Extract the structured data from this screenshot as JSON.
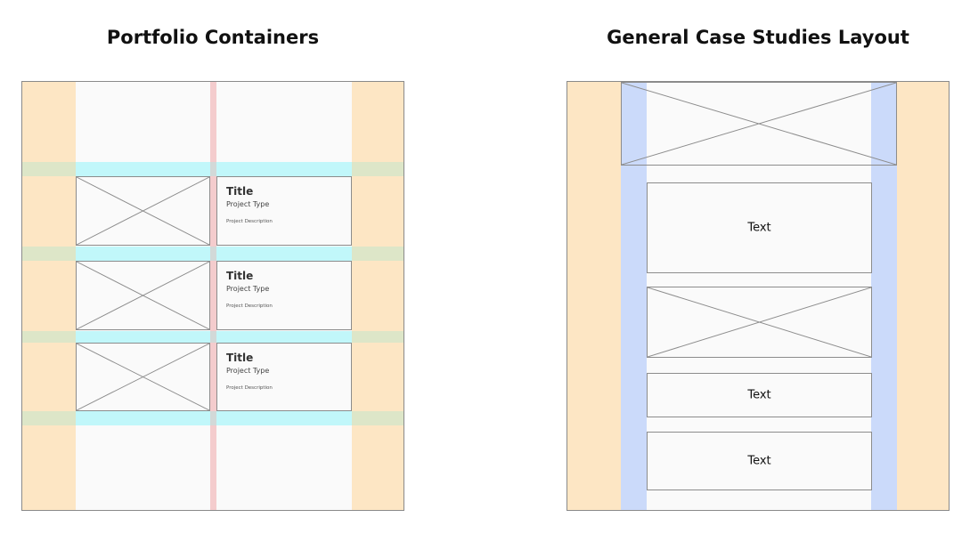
{
  "diagrams": {
    "portfolio": {
      "title": "Portfolio Containers",
      "cards": [
        {
          "title": "Title",
          "type": "Project Type",
          "description": "Project Description"
        },
        {
          "title": "Title",
          "type": "Project Type",
          "description": "Project Description"
        },
        {
          "title": "Title",
          "type": "Project Type",
          "description": "Project Description"
        }
      ]
    },
    "case_studies": {
      "title": "General Case Studies Layout",
      "text_blocks": [
        "Text",
        "Text",
        "Text"
      ]
    }
  },
  "colors": {
    "margin_orange": "#fde6c4",
    "gutter_cyan": "#c1f7fa",
    "overlap_green": "#dde6c8",
    "column_pink": "#f4cccd",
    "column_blue": "#cbdafa",
    "content_bg": "#fafafa",
    "border_gray": "#8a8a8a"
  }
}
